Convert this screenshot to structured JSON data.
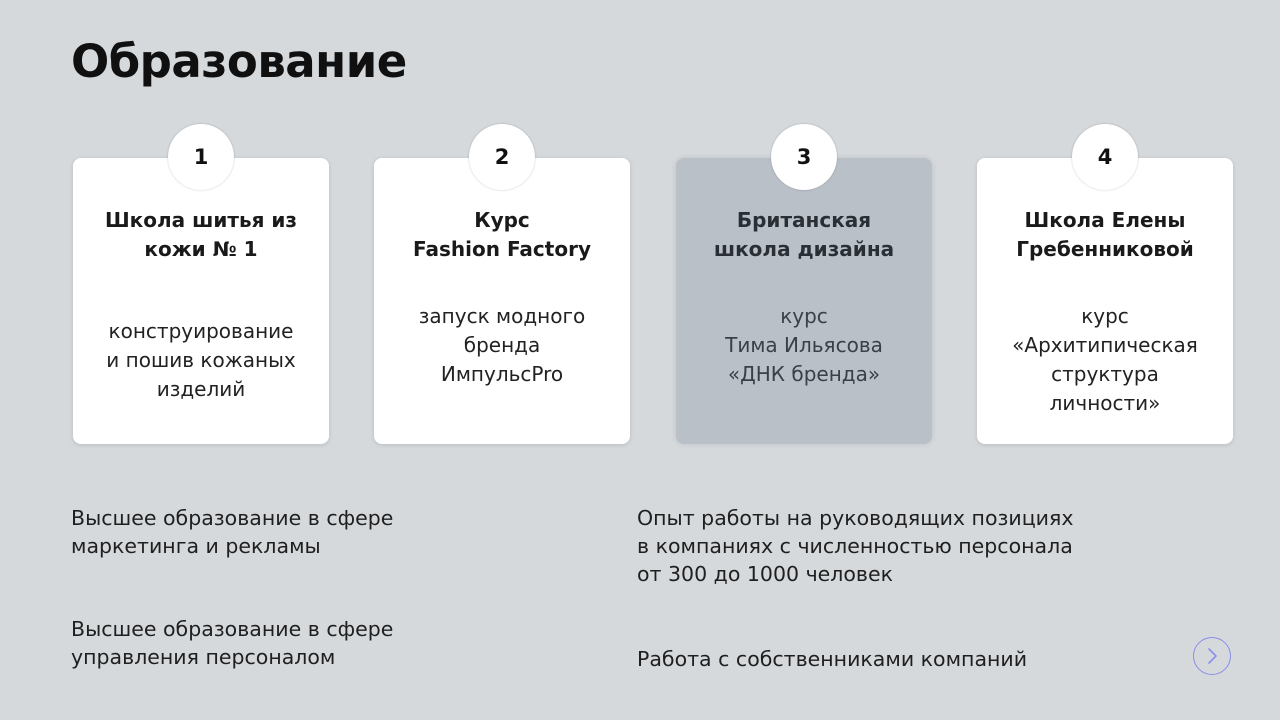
{
  "page": {
    "title": "Образование"
  },
  "cards": [
    {
      "number": "1",
      "title": "Школа шитья из\nкожи № 1",
      "description": "конструирование\nи пошив кожаных\nизделий"
    },
    {
      "number": "2",
      "title": "Курс\nFashion Factory",
      "description": "запуск модного\nбренда\nИмпульсPro"
    },
    {
      "number": "3",
      "title": "Британская\nшкола дизайна",
      "description": "курс\nТима Ильясова\n«ДНК бренда»"
    },
    {
      "number": "4",
      "title": "Школа Елены\nГребенниковой",
      "description": "курс\n«Архитипическая\nструктура\nличности»"
    }
  ],
  "info": {
    "left": [
      "Высшее образование в сфере\nмаркетинга и рекламы",
      "Высшее образование в сфере\nуправления персоналом"
    ],
    "right": [
      "Опыт работы на руководящих позициях\nв компаниях с численностью персонала\nот 300 до 1000 человек",
      "Работа с собственниками компаний"
    ]
  },
  "navigation": {
    "next_icon": "chevron-right-icon",
    "accent_color": "#8b8fe6"
  },
  "colors": {
    "background": "#d5d9dc",
    "card": "#ffffff",
    "card_highlight": "#b9c0c8"
  }
}
